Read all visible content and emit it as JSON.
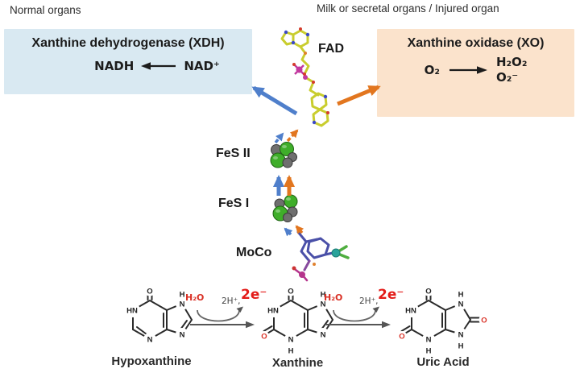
{
  "header": {
    "left_label": "Normal organs",
    "right_label": "Milk or secretal organs / Injured organ"
  },
  "xdh_box": {
    "title": "Xanthine dehydrogenase (XDH)",
    "product": "NADH",
    "substrate": "NAD⁺"
  },
  "xo_box": {
    "title": "Xanthine oxidase (XO)",
    "substrate": "O₂",
    "product_top": "H₂O₂",
    "product_bottom": "O₂⁻"
  },
  "cofactors": {
    "fad": "FAD",
    "fes2": "FeS II",
    "fes1": "FeS I",
    "moco": "MoCo"
  },
  "reaction_steps": [
    {
      "water": "H₂O",
      "protons": "2H⁺,",
      "electrons": "2e⁻"
    },
    {
      "water": "H₂O",
      "protons": "2H⁺,",
      "electrons": "2e⁻"
    }
  ],
  "molecules": {
    "hypoxanthine": {
      "name": "Hypoxanthine",
      "o6": "O",
      "n1": "HN",
      "n3": "N",
      "n7_h": "H",
      "n7": "N",
      "n9": "N"
    },
    "xanthine": {
      "name": "Xanthine",
      "o6": "O",
      "n1": "HN",
      "o2": "O",
      "n3": "N",
      "n3_h": "H",
      "n7_h": "H",
      "n7": "N",
      "n9": "N"
    },
    "uric_acid": {
      "name": "Uric Acid",
      "o6": "O",
      "n1": "HN",
      "o2": "O",
      "n3": "N",
      "n3_h": "H",
      "n7_h": "H",
      "n7": "N",
      "n9": "N",
      "n9_h": "H",
      "o8": "O"
    }
  },
  "colors": {
    "xdh_box_bg": "#d9e9f2",
    "xo_box_bg": "#fbe3cc",
    "xdh_arrow_blue": "#4f7fcb",
    "xo_arrow_orange": "#e2761f",
    "electron_red": "#e31c19",
    "oxygen_red": "#d93025",
    "fes_green": "#3fae2a",
    "fes_gray": "#6f6f6f"
  }
}
